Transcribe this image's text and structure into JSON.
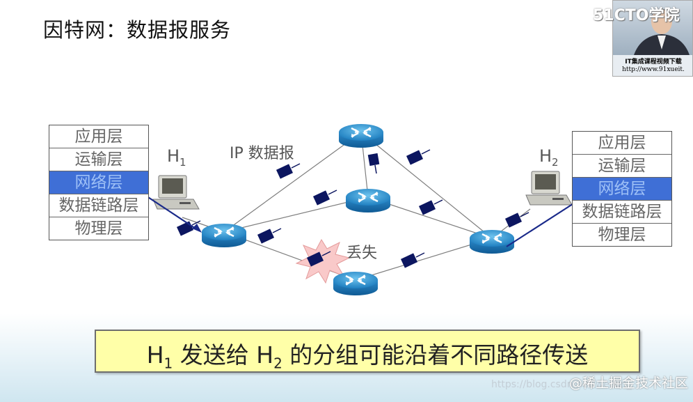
{
  "title": "因特网：数据报服务",
  "host1": {
    "label": "H",
    "sub": "1"
  },
  "host2": {
    "label": "H",
    "sub": "2"
  },
  "left_stack": [
    "应用层",
    "运输层",
    "网络层",
    "数据链路层",
    "物理层"
  ],
  "right_stack": [
    "应用层",
    "运输层",
    "网络层",
    "数据链路层",
    "物理层"
  ],
  "ip_label": "IP 数据报",
  "lost_label": "丢失",
  "caption": {
    "p1": "H",
    "s1": "1",
    "p2": " 发送给 H",
    "s2": "2",
    "p3": " 的分组可能沿着不同路径传送"
  },
  "thumb": {
    "line1": "IT集成课程视频下载",
    "line2": "http://www.91xueit."
  },
  "brand": "51CTO学院",
  "watermark": "@稀土掘金技术社区",
  "faint_url": "https://blog.csdn.net/weixin_"
}
